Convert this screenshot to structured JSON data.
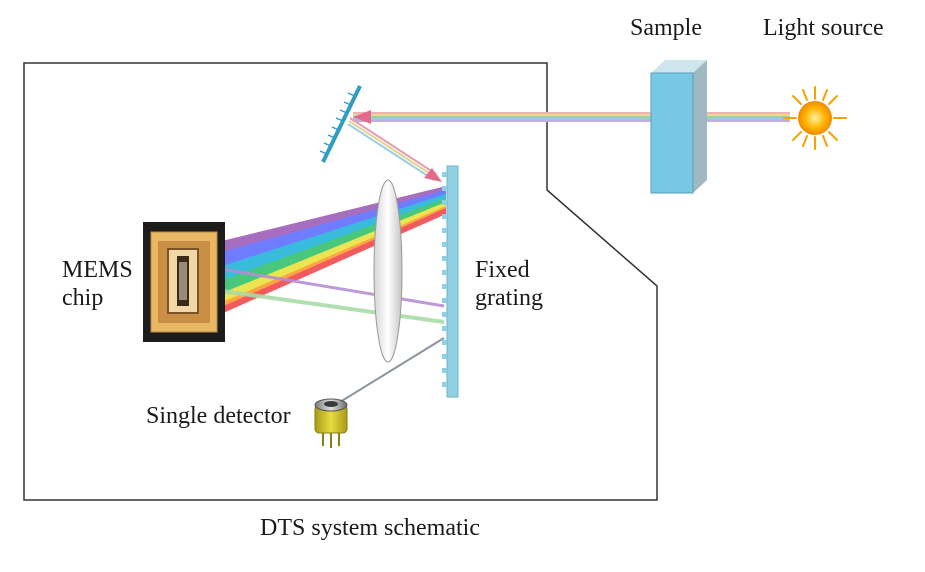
{
  "labels": {
    "sample": "Sample",
    "light_source": "Light source",
    "mems_chip": "MEMS chip",
    "fixed_grating": "Fixed grating",
    "single_detector": "Single detector",
    "caption": "DTS system schematic"
  },
  "colors": {
    "beam": "#9ec6d6",
    "grating": "#8fd0e2",
    "mirror": "#3aa6c8",
    "sample_front": "#76c8e4",
    "sun": "#ffb300",
    "chip_frame": "#1c1c1c",
    "chip_gold": "#e9b864",
    "detector": "#d8c82a"
  },
  "spectrum": [
    "#8e44ad",
    "#5b6cff",
    "#20b3d8",
    "#30c06a",
    "#e9e23a",
    "#ff9a2a",
    "#f0454a"
  ]
}
